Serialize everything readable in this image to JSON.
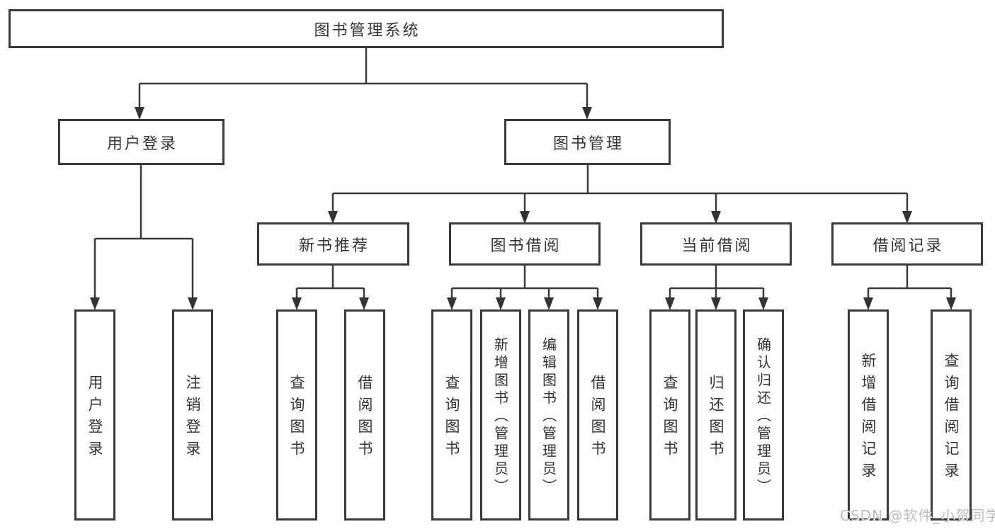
{
  "tree": {
    "label": "图书管理系统",
    "children": [
      {
        "label": "用户登录",
        "children": [
          {
            "label": "用户登录"
          },
          {
            "label": "注销登录"
          }
        ]
      },
      {
        "label": "图书管理",
        "children": [
          {
            "label": "新书推荐",
            "children": [
              {
                "label": "查询图书"
              },
              {
                "label": "借阅图书"
              }
            ]
          },
          {
            "label": "图书借阅",
            "children": [
              {
                "label": "查询图书"
              },
              {
                "label": "新增图书（管理员）"
              },
              {
                "label": "编辑图书（管理员）"
              },
              {
                "label": "借阅图书"
              }
            ]
          },
          {
            "label": "当前借阅",
            "children": [
              {
                "label": "查询图书"
              },
              {
                "label": "归还图书"
              },
              {
                "label": "确认归还（管理员）"
              }
            ]
          },
          {
            "label": "借阅记录",
            "children": [
              {
                "label": "新增借阅记录"
              },
              {
                "label": "查询借阅记录"
              }
            ]
          }
        ]
      }
    ]
  },
  "watermark": "CSDN @软件_小贺同学",
  "colors": {
    "line": "#3a3a3a",
    "box_border": "#3a3a3a",
    "box_fill": "#ffffff",
    "text": "#333333",
    "watermark": "#bdbdbd",
    "background": "#ffffff"
  }
}
